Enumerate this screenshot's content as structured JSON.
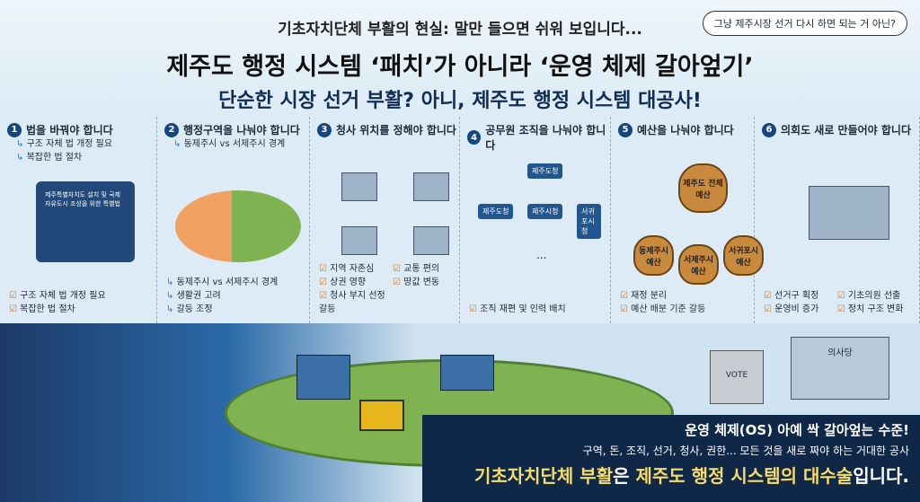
{
  "header": {
    "subtitle": "기초자치단체 부활의 현실: 말만 들으면 쉬워 보입니다...",
    "bubble": "그냥 제주시장 선거 다시 하면 되는 거 아닌?",
    "title": "제주도 행정 시스템 ‘패치’가 아니라 ‘운영 체제 갈아엎기’",
    "title2": "단순한 시장 선거 부활? 아니, 제주도 행정 시스템 대공사!"
  },
  "panels": [
    {
      "num": "1",
      "title": "법을 바꿔야 합니다",
      "top": [
        "구조 자체 법 개정 필요",
        "복잡한 법 절차"
      ],
      "bottom": [
        "구조 자체 법 개정 필요",
        "복잡한 법 절차"
      ],
      "book": "제주특별자치도 설치 및 국제자유도시 조성을 위한 특별법"
    },
    {
      "num": "2",
      "title": "행정구역을 나눠야 합니다",
      "top": [
        "동제주시 vs 서제주시 경계"
      ],
      "bottom": [
        "동제주시 vs 서제주시 경계",
        "생활권 고려",
        "갈등 조정"
      ]
    },
    {
      "num": "3",
      "title": "청사 위치를 정해야 합니다",
      "top": [],
      "bottom": [
        "지역 자존심",
        "교통 편의",
        "상권 영향",
        "땅값 변동",
        "청사 부지 선정 갈등"
      ]
    },
    {
      "num": "4",
      "title": "공무원 조직을 나눠야 합니다",
      "org": [
        "제주도청",
        "제주도청",
        "제주시청",
        "서귀포시청"
      ],
      "ellipsis": "...",
      "bottom": [
        "조직 재편 및 인력 배치"
      ]
    },
    {
      "num": "5",
      "title": "예산을 나눠야 합니다",
      "bags": [
        "제주도 전체 예산",
        "동제주시 예산",
        "서제주시 예산",
        "서귀포시 예산"
      ],
      "bottom": [
        "재정 분리",
        "예산 배분 기준 갈등"
      ]
    },
    {
      "num": "6",
      "title": "의회도 새로 만들어야 합니다",
      "bottom": [
        "선거구 획정",
        "기초의원 선출",
        "운영비 증가",
        "정치 구조 변화"
      ]
    }
  ],
  "scene": {
    "vote": "VOTE",
    "assembly": "의사당"
  },
  "banner": {
    "line1": "운영 체제(OS) 아예 싹 갈아엎는 수준!",
    "line2": "구역, 돈, 조직, 선거, 청사, 권한... 모든 것을 새로 짜야 하는 거대한 공사",
    "line3a": "기초자치단체 부활",
    "line3b": "은 ",
    "line3c": "제주도 행정 시스템의 대수술",
    "line3d": "입니다."
  }
}
